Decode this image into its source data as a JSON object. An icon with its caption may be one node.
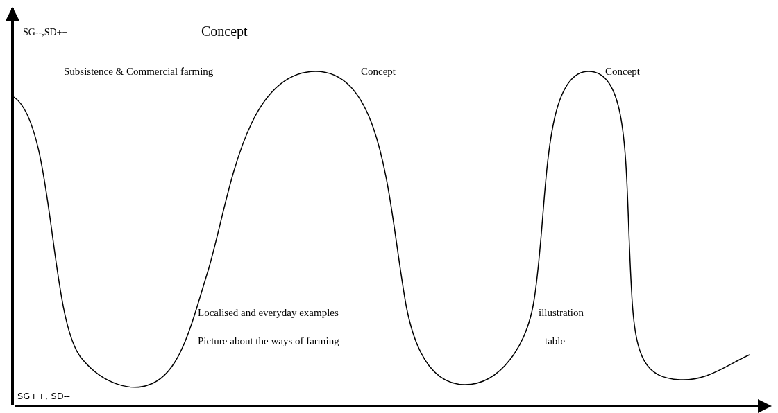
{
  "diagram": {
    "labels": [
      "SG--,SD++",
      "Concept",
      "Subsistence & Commercial farming",
      "Concept",
      "Concept",
      "Localised and everyday examples",
      "illustration",
      "Picture about the ways of farming",
      "table",
      "SG++, SD--"
    ]
  }
}
